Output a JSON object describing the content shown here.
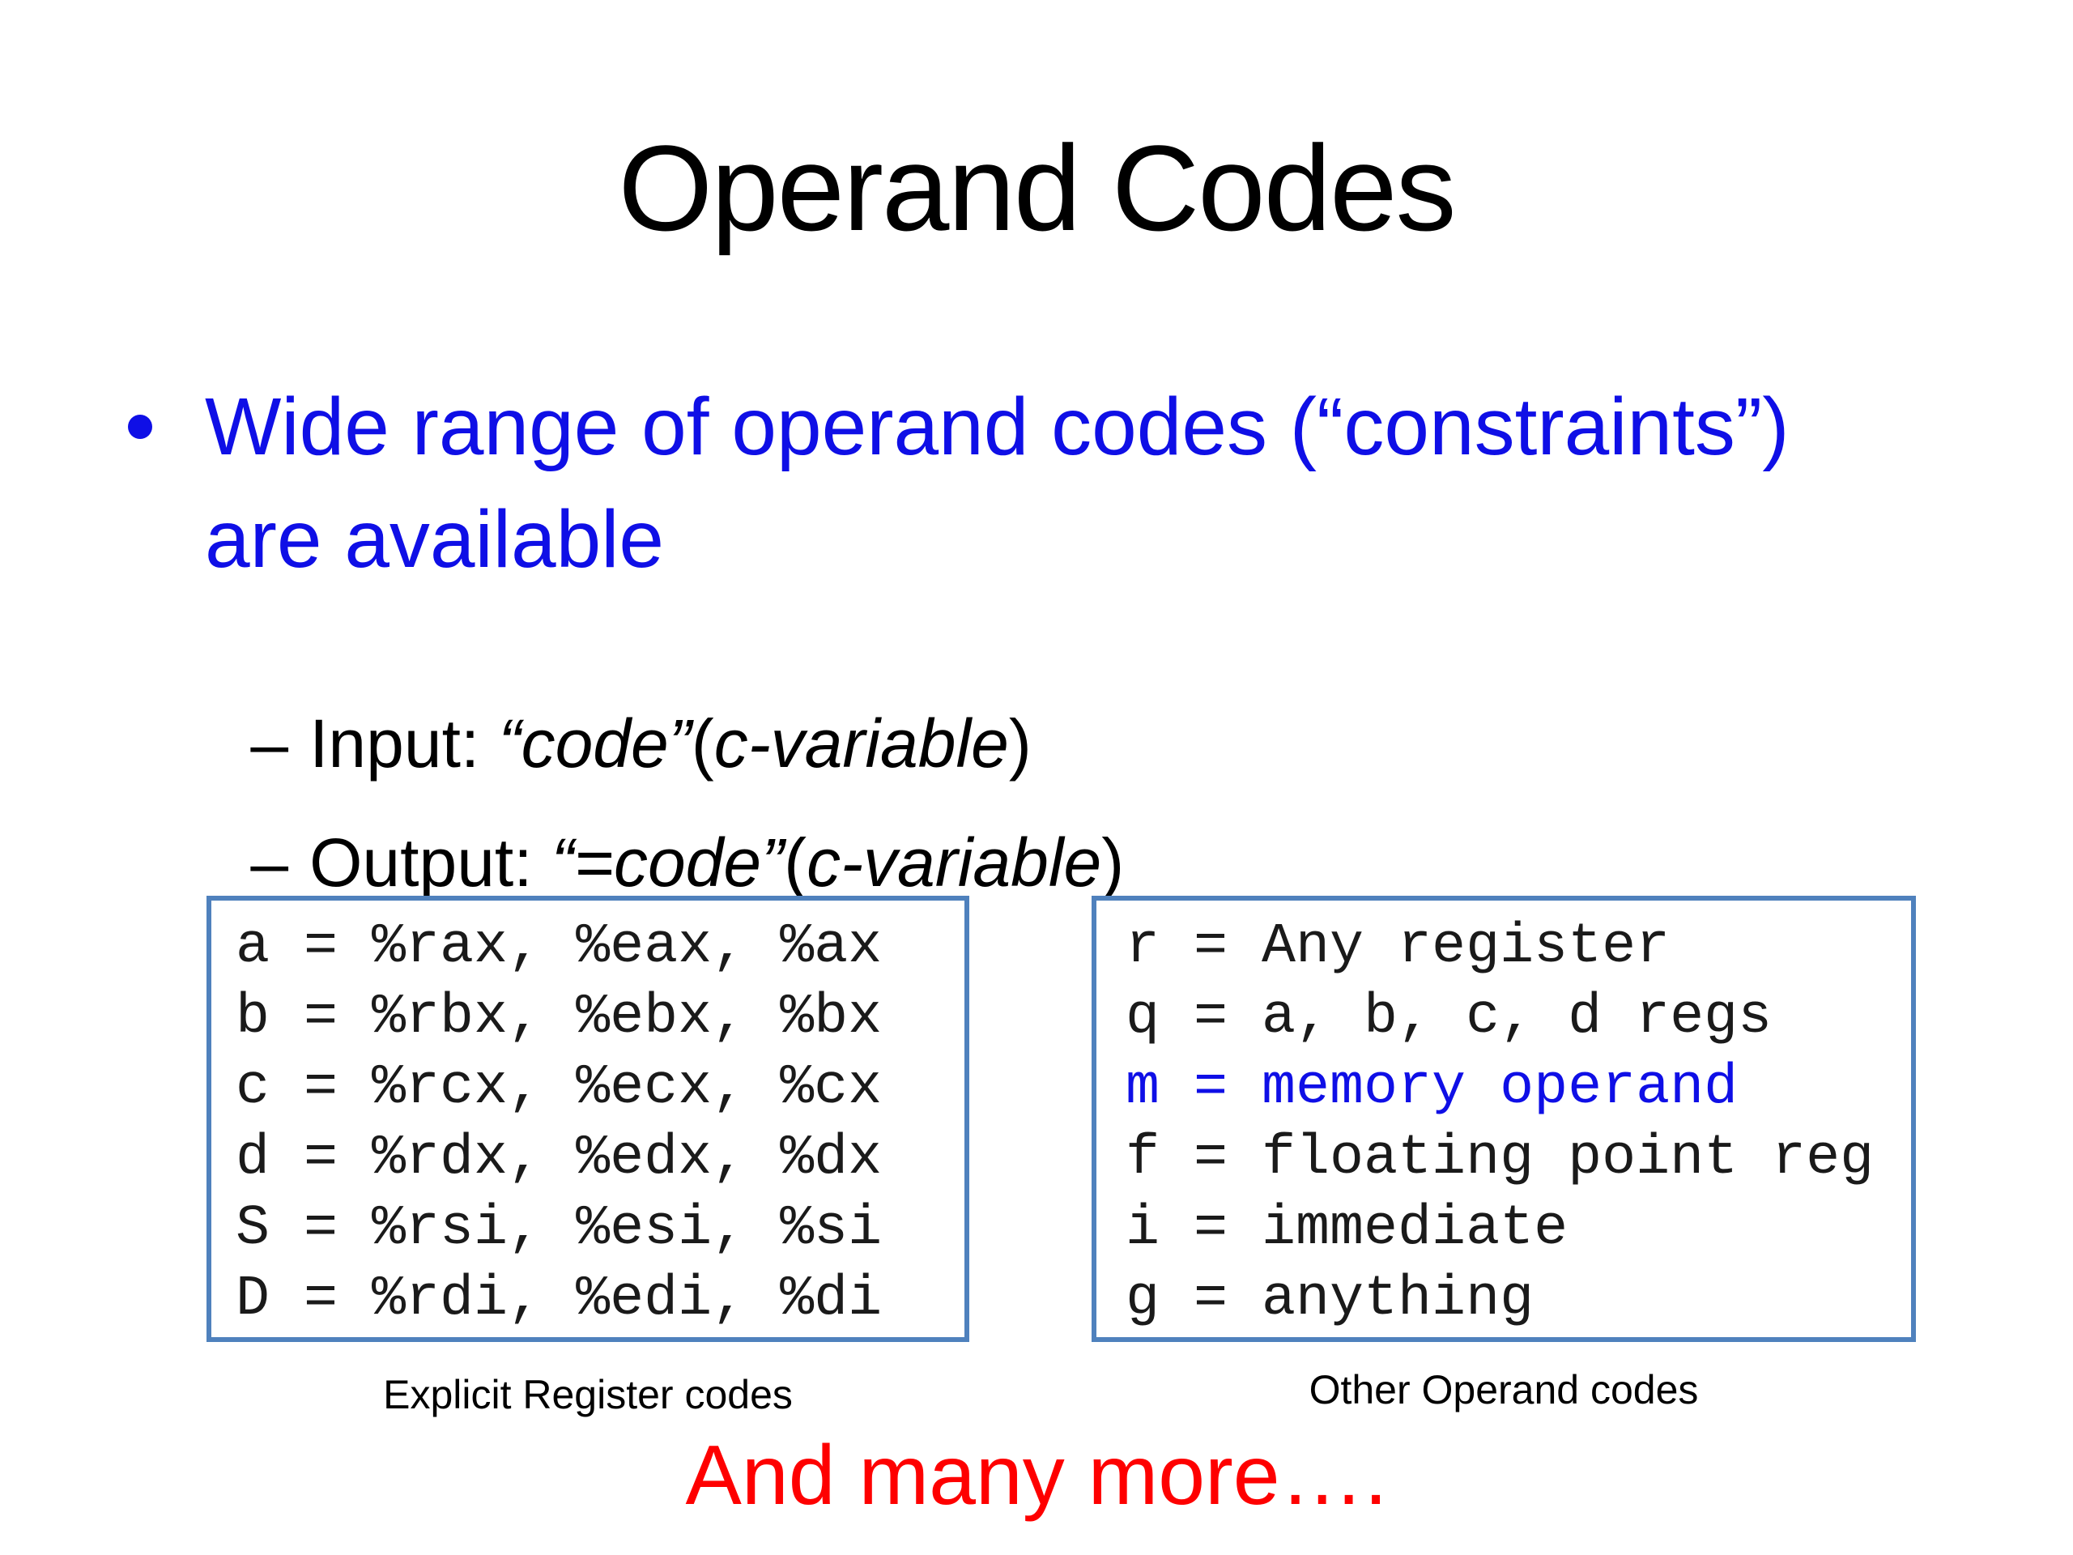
{
  "slide": {
    "title": "Operand Codes",
    "bullet": {
      "line1": "Wide range of operand codes (“constraints”)",
      "line2": "are available"
    },
    "sub_bullets": [
      {
        "dash": "–",
        "label": "Input: ",
        "quoted": "“code”",
        "open_paren": "(",
        "variable": "c-variable",
        "close_paren": ")"
      },
      {
        "dash": "–",
        "label": "Output: ",
        "quoted": "“=code”",
        "open_paren": "(",
        "variable": "c-variable",
        "close_paren": ")"
      }
    ],
    "left_box": {
      "lines": [
        "a = %rax, %eax, %ax",
        "b = %rbx, %ebx, %bx",
        "c = %rcx, %ecx, %cx",
        "d = %rdx, %edx, %dx",
        "S = %rsi, %esi, %si",
        "D = %rdi, %edi, %di"
      ],
      "caption": "Explicit Register codes"
    },
    "right_box": {
      "lines": [
        "r = Any register",
        "q = a, b, c, d regs",
        "m = memory operand",
        "f = floating point reg",
        "i = immediate",
        "g = anything"
      ],
      "highlighted_line_index": 2,
      "caption": "Other Operand codes"
    },
    "footer": "And many more….",
    "colors": {
      "text_blue": "#0f0fe6",
      "box_border": "#4f81bd",
      "footer_red": "#fe0000"
    }
  }
}
